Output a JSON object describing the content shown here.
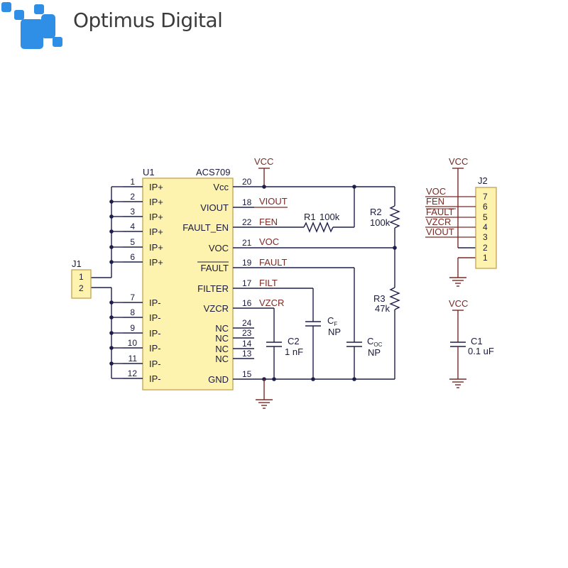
{
  "brand": {
    "name": "Optimus Digital",
    "accent_color": "#2f8ee5",
    "logo_icon": "logo-mark-icon"
  },
  "colors": {
    "wire": "#1e1e4a",
    "net_label": "#7a2a24",
    "component_body": "#fdf3ae",
    "component_border": "#c3a253"
  },
  "u1": {
    "ref": "U1",
    "part": "ACS709",
    "left_pins": [
      {
        "num": "1",
        "name": "IP+"
      },
      {
        "num": "2",
        "name": "IP+"
      },
      {
        "num": "3",
        "name": "IP+"
      },
      {
        "num": "4",
        "name": "IP+"
      },
      {
        "num": "5",
        "name": "IP+"
      },
      {
        "num": "6",
        "name": "IP+"
      },
      {
        "num": "7",
        "name": "IP-"
      },
      {
        "num": "8",
        "name": "IP-"
      },
      {
        "num": "9",
        "name": "IP-"
      },
      {
        "num": "10",
        "name": "IP-"
      },
      {
        "num": "11",
        "name": "IP-"
      },
      {
        "num": "12",
        "name": "IP-"
      }
    ],
    "right_pins": [
      {
        "num": "20",
        "name": "Vcc",
        "net": ""
      },
      {
        "num": "18",
        "name": "VIOUT",
        "net": "VIOUT"
      },
      {
        "num": "22",
        "name": "FAULT_EN",
        "net": "FEN"
      },
      {
        "num": "21",
        "name": "VOC",
        "net": "VOC"
      },
      {
        "num": "19",
        "name": "FAULT",
        "net": "FAULT"
      },
      {
        "num": "17",
        "name": "FILTER",
        "net": "FILT"
      },
      {
        "num": "16",
        "name": "VZCR",
        "net": "VZCR"
      },
      {
        "num": "24",
        "name": "NC",
        "net": ""
      },
      {
        "num": "23",
        "name": "NC",
        "net": ""
      },
      {
        "num": "14",
        "name": "NC",
        "net": ""
      },
      {
        "num": "13",
        "name": "NC",
        "net": ""
      },
      {
        "num": "15",
        "name": "GND",
        "net": ""
      }
    ]
  },
  "j1": {
    "ref": "J1",
    "pins": [
      "1",
      "2"
    ]
  },
  "j2": {
    "ref": "J2",
    "pins": [
      {
        "num": "7",
        "net": "VOC"
      },
      {
        "num": "6",
        "net": "FEN"
      },
      {
        "num": "5",
        "net": "FAULT"
      },
      {
        "num": "4",
        "net": "VZCR"
      },
      {
        "num": "3",
        "net": "VIOUT"
      },
      {
        "num": "2",
        "net": ""
      },
      {
        "num": "1",
        "net": ""
      }
    ]
  },
  "vcc_label": "VCC",
  "r1": {
    "ref": "R1",
    "value": "100k"
  },
  "r2": {
    "ref": "R2",
    "value": "100k"
  },
  "r3": {
    "ref": "R3",
    "value": "47k"
  },
  "c2": {
    "ref": "C2",
    "value": "1 nF"
  },
  "cf": {
    "ref_main": "C",
    "ref_sub": "F",
    "value": "NP"
  },
  "coc": {
    "ref_main": "C",
    "ref_sub": "OC",
    "value": "NP"
  },
  "c1": {
    "ref": "C1",
    "value": "0.1 uF"
  }
}
